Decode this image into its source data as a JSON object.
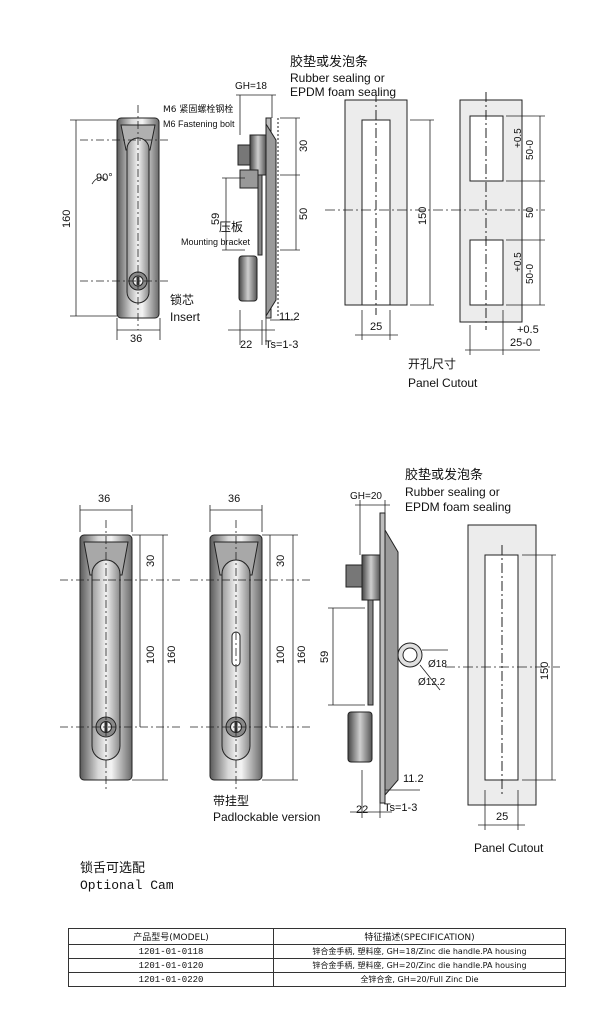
{
  "top": {
    "rubber_zh": "胶垫或发泡条",
    "rubber_en1": "Rubber sealing or",
    "rubber_en2": "EPDM foam sealing",
    "gh": "GH=18",
    "bolt_zh": "M6 紧固螺栓钢栓",
    "bolt_en": "M6 Fastening bolt",
    "bracket_zh": "压板",
    "bracket_en": "Mounting bracket",
    "insert_zh": "锁芯",
    "insert_en": "Insert",
    "rot": "90°",
    "d160": "160",
    "d36": "36",
    "d30": "30",
    "d50": "50",
    "d59": "59",
    "d112": "11.2",
    "d22": "22",
    "ts": "Ts=1-3",
    "d150": "150",
    "d25": "25",
    "tol_a": "+0.5",
    "tol_b": "50-0",
    "tol_mid": "50",
    "tol_c": "+0.5",
    "tol_d": "50-0",
    "tol_e": "+0.5",
    "tol_f": "25-0",
    "cutout_zh": "开孔尺寸",
    "cutout_en": "Panel Cutout"
  },
  "bottom": {
    "d36a": "36",
    "d36b": "36",
    "d30a": "30",
    "d30b": "30",
    "d100a": "100",
    "d100b": "100",
    "d160a": "160",
    "d160b": "160",
    "gh": "GH=20",
    "rubber_zh": "胶垫或发泡条",
    "rubber_en1": "Rubber sealing or",
    "rubber_en2": "EPDM foam sealing",
    "d59": "59",
    "d18": "Ø18",
    "d122": "Ø12.2",
    "d112": "11.2",
    "d22": "22",
    "ts": "Ts=1-3",
    "d150": "150",
    "d25": "25",
    "pad_zh": "带挂型",
    "pad_en": "Padlockable version",
    "cutout_en": "Panel Cutout",
    "cam_zh": "锁舌可选配",
    "cam_en": "Optional Cam"
  },
  "table": {
    "headers": [
      "产品型号(MODEL)",
      "特征描述(SPECIFICATION)"
    ],
    "rows": [
      [
        "1201-01-0118",
        "锌合金手柄, 塑料座, GH=18/Zinc die handle.PA housing"
      ],
      [
        "1201-01-0120",
        "锌合金手柄, 塑料座, GH=20/Zinc die handle.PA housing"
      ],
      [
        "1201-01-0220",
        "全锌合金, GH=20/Full Zinc Die"
      ]
    ]
  }
}
